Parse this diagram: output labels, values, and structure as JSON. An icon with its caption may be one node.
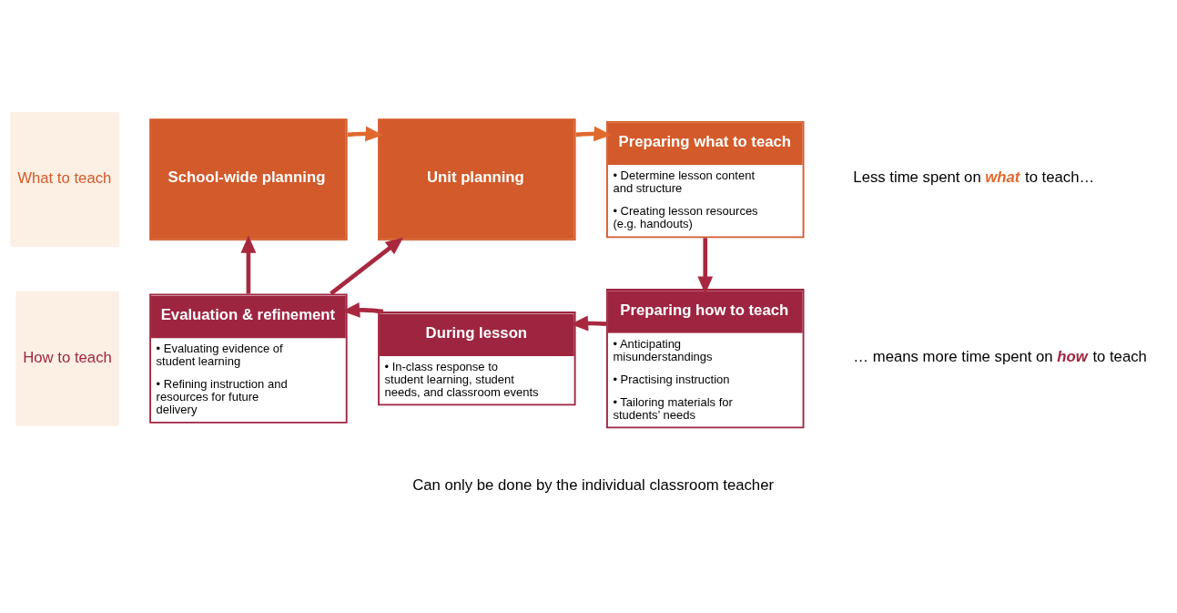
{
  "diagram": {
    "nodes": [
      {
        "text": [
          "What to teach"
        ]
      },
      {
        "text": [
          "School-wide planning"
        ]
      },
      {
        "text": [
          "Unit planning"
        ]
      },
      {
        "text": [
          "Preparing what to teach",
          "• Determine lesson content and structure",
          "• Creating lesson resources (e.g. handouts)"
        ]
      },
      {
        "text": [
          "How to teach"
        ]
      },
      {
        "text": [
          "Evaluation & refinement",
          "• Evaluating evidence of student learning",
          "• Refining instruction and resources for future delivery"
        ]
      },
      {
        "text": [
          "During lesson",
          "• In-class response to student learning, student needs, and classroom events"
        ]
      },
      {
        "text": [
          "Preparing how to teach",
          "• Anticipating misunderstandings",
          "• Practising instruction",
          "• Tailoring materials for students’ needs"
        ]
      }
    ],
    "edges": [
      {
        "from": 1,
        "to": 2,
        "arrow": "to",
        "color": "#e0692d"
      },
      {
        "from": 2,
        "to": 3,
        "arrow": "to",
        "color": "#e0692d"
      },
      {
        "from": 3,
        "to": 7,
        "arrow": "to"
      },
      {
        "from": 7,
        "to": 6,
        "arrow": "to"
      },
      {
        "from": 6,
        "to": 5,
        "arrow": "to"
      },
      {
        "from": 5,
        "to": 1,
        "arrow": "to"
      },
      {
        "from": 5,
        "to": 2,
        "arrow": "to"
      }
    ],
    "labels": [
      "Less time spent on **what** to teach…",
      "… means more time spent on **how** to teach",
      "Can only be done by the individual classroom teacher"
    ]
  }
}
